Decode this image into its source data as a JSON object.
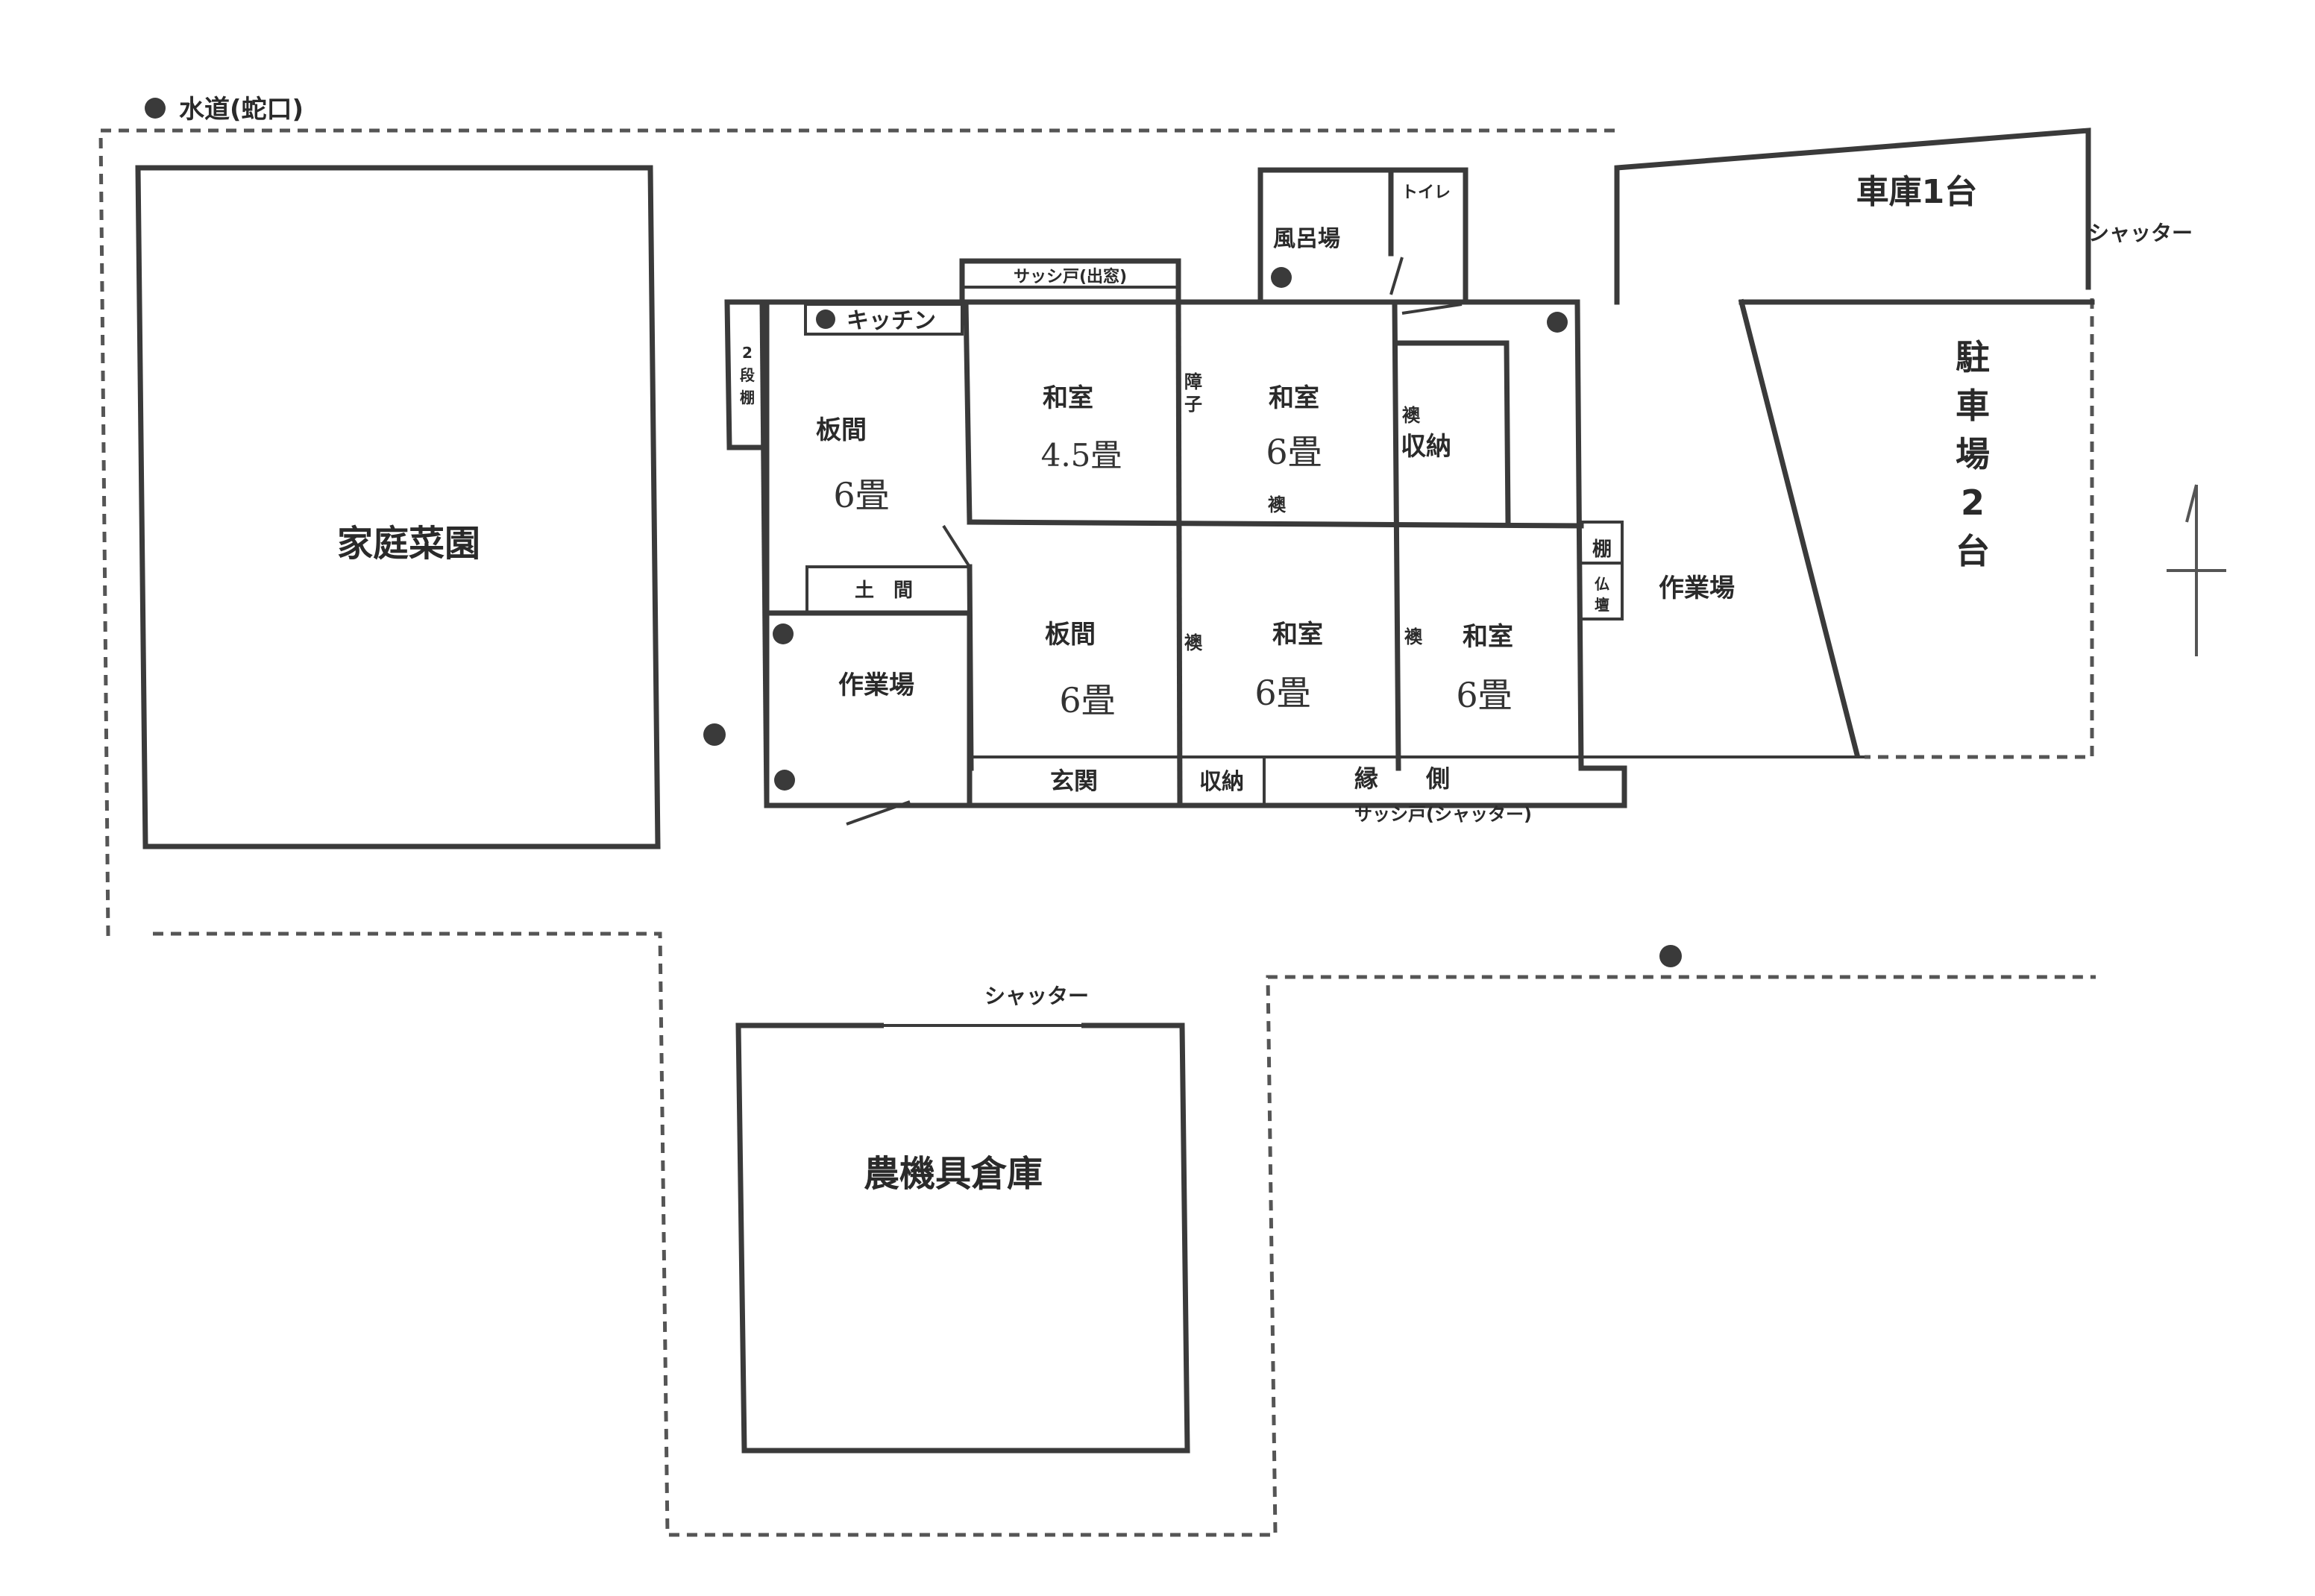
{
  "labels": {
    "water_tap": "水道(蛇口)",
    "vegetable_garden": "家庭菜園",
    "bath": "風呂場",
    "toilet": "トイレ",
    "sash_window_top": "サッシ戸(出窓)",
    "kitchen": "キッチン",
    "two_tier_shelf": "2段棚",
    "itama_upper": "板間",
    "itama_upper_size": "6畳",
    "washitsu_45": "和室",
    "washitsu_45_size": "4.5畳",
    "shoji": "障子",
    "washitsu_6_upper": "和室",
    "washitsu_6_upper_size": "6畳",
    "fusuma_upper": "襖",
    "fusuma_storage": "襖",
    "storage_upper": "収納",
    "doma": "土　間",
    "sagyoba_left": "作業場",
    "itama_lower": "板間",
    "itama_lower_size": "6畳",
    "fusuma_left": "襖",
    "washitsu_lower_mid": "和室",
    "washitsu_lower_mid_size": "6畳",
    "fusuma_right": "襖",
    "washitsu_lower_right": "和室",
    "washitsu_lower_right_size": "6畳",
    "tana": "棚",
    "butsudan": "仏壇",
    "sagyoba_right": "作業場",
    "genkan": "玄関",
    "storage_lower": "収納",
    "engawa": "縁　　側",
    "sash_shutter": "サッシ戸(シャッター)",
    "garage": "車庫1台",
    "shutter_garage": "シャッター",
    "parking": "駐車場2台",
    "shutter_warehouse": "シャッター",
    "warehouse": "農機具倉庫"
  }
}
